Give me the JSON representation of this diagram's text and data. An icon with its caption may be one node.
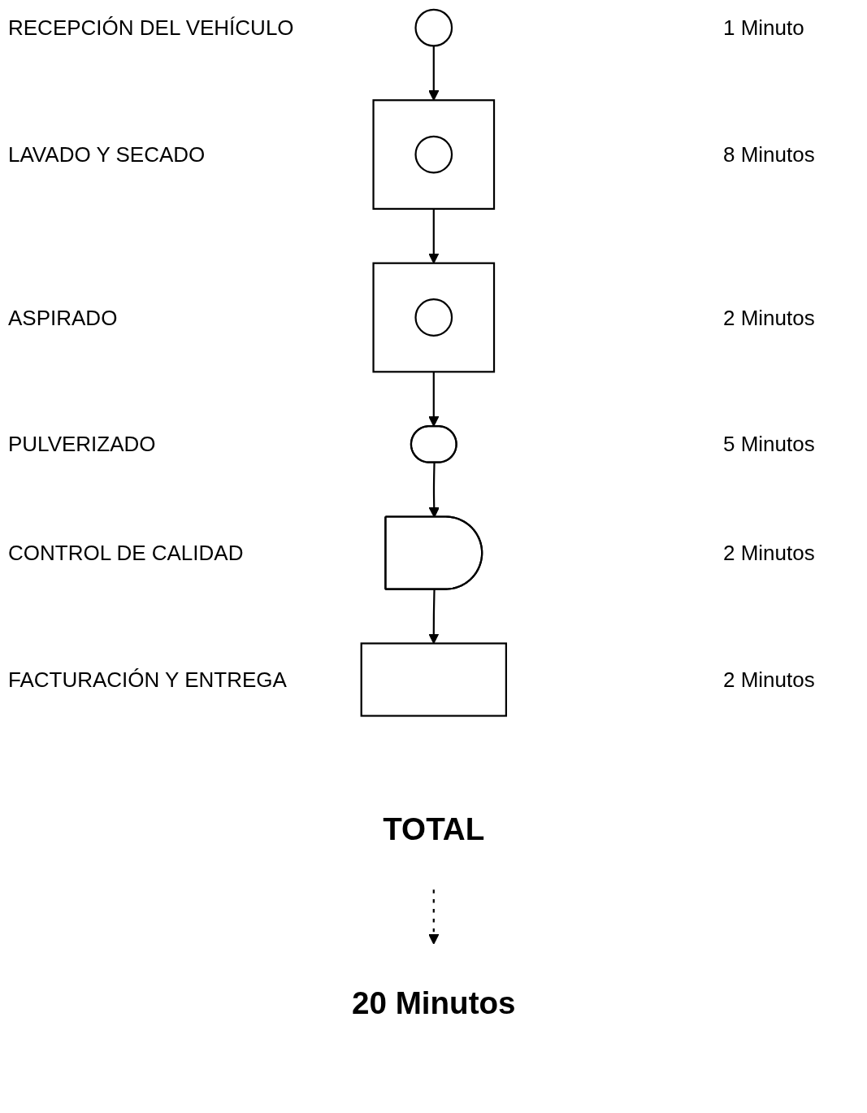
{
  "diagram": {
    "nodes": [
      {
        "text": [],
        "shape": "circle"
      },
      {
        "text": [],
        "shape": "box"
      },
      {
        "text": [],
        "shape": "circle",
        "in": 1
      },
      {
        "text": [],
        "shape": "box"
      },
      {
        "text": [],
        "shape": "circle",
        "in": 3
      },
      {
        "text": [],
        "shape": "ellipse"
      },
      {
        "text": [],
        "shape": "delay"
      },
      {
        "text": [],
        "shape": "box"
      },
      {
        "text": [
          "TOTAL"
        ]
      },
      {
        "text": [
          "20 Minutos"
        ]
      }
    ],
    "edges": [
      {
        "from": 0,
        "to": 1,
        "arrow": "to"
      },
      {
        "from": 1,
        "to": 3,
        "arrow": "to"
      },
      {
        "from": 3,
        "to": 5,
        "arrow": "to"
      },
      {
        "from": 5,
        "to": 6,
        "arrow": "to"
      },
      {
        "from": 6,
        "to": 7,
        "arrow": "to"
      },
      {
        "from": 8,
        "to": 9,
        "arrow": "to",
        "style": "dashed"
      }
    ],
    "labels": [
      "RECEPCIÓN DEL VEHÍCULO",
      "1 Minuto",
      "LAVADO Y SECADO",
      "8 Minutos",
      "ASPIRADO",
      "2 Minutos",
      "PULVERIZADO",
      "5 Minutos",
      "CONTROL DE CALIDAD",
      "2 Minutos",
      "FACTURACIÓN Y ENTREGA",
      "2 Minutos"
    ]
  }
}
